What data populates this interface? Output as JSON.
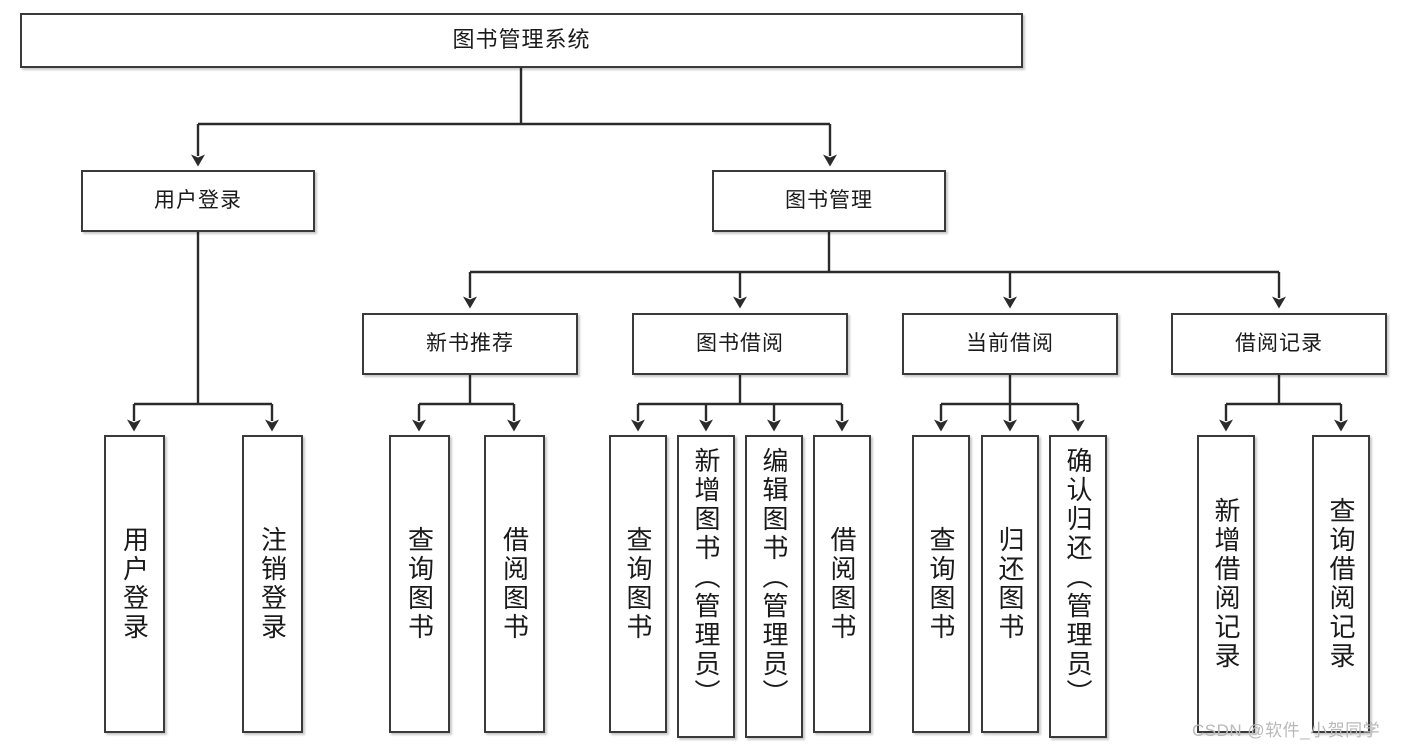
{
  "diagram": {
    "title": "图书管理系统",
    "type": "tree",
    "orientation": "top-down",
    "colors": {
      "box_border": "#3a3a3a",
      "box_fill": "#ffffff",
      "connector": "#2b2b2b",
      "text": "#1a1a1a",
      "watermark": "#b9b9b9",
      "background": "#ffffff"
    },
    "root": {
      "label": "图书管理系统"
    },
    "level1": [
      {
        "label": "用户登录"
      },
      {
        "label": "图书管理"
      }
    ],
    "level2": [
      {
        "label": "新书推荐"
      },
      {
        "label": "图书借阅"
      },
      {
        "label": "当前借阅"
      },
      {
        "label": "借阅记录"
      }
    ],
    "leaves": {
      "user_login": [
        {
          "label": "用户登录"
        },
        {
          "label": "注销登录"
        }
      ],
      "new_book_recommend": [
        {
          "label": "查询图书"
        },
        {
          "label": "借阅图书"
        }
      ],
      "book_borrow": [
        {
          "label": "查询图书"
        },
        {
          "label": "新增图书（管理员）"
        },
        {
          "label": "编辑图书（管理员）"
        },
        {
          "label": "借阅图书"
        }
      ],
      "current_borrow": [
        {
          "label": "查询图书"
        },
        {
          "label": "归还图书"
        },
        {
          "label": "确认归还（管理员）"
        }
      ],
      "borrow_record": [
        {
          "label": "新增借阅记录"
        },
        {
          "label": "查询借阅记录"
        }
      ]
    }
  },
  "watermark": {
    "text": "CSDN @软件_小贺同学"
  }
}
